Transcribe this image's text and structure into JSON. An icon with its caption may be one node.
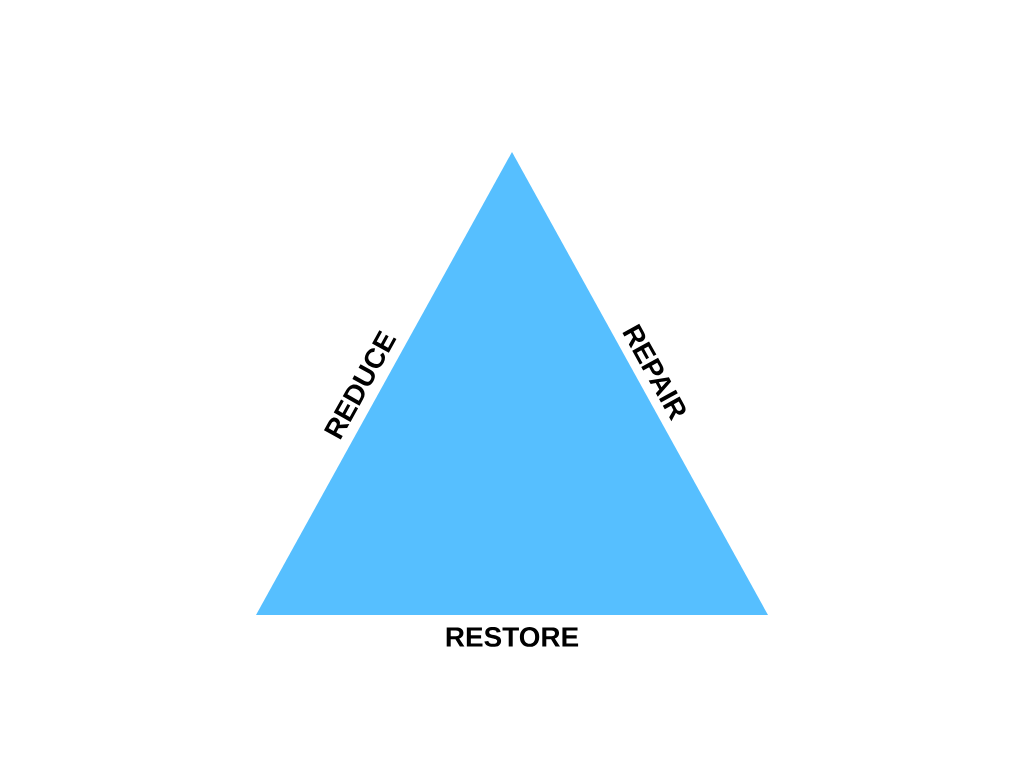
{
  "diagram": {
    "nodes": [
      {
        "text": [],
        "shape": "triangle",
        "beside": [
          "REDUCE",
          "REPAIR",
          "RESTORE"
        ]
      }
    ]
  }
}
